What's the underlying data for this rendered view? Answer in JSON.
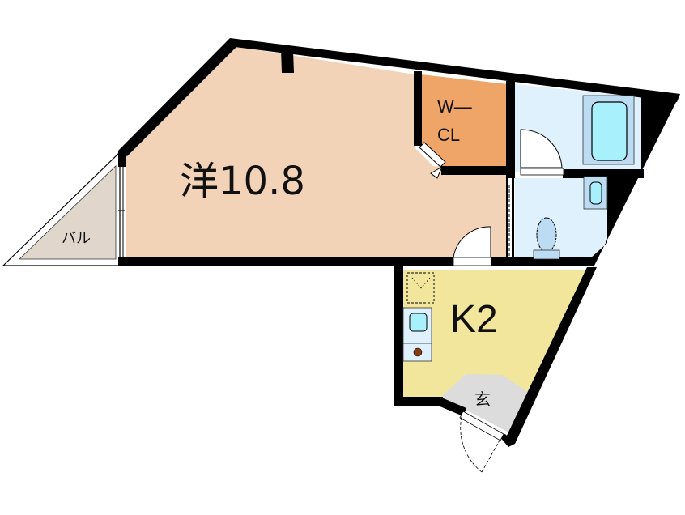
{
  "floor_plan": {
    "rooms": [
      {
        "id": "western-room",
        "label": "洋10.8",
        "type": "Western-style room",
        "area_jo": 10.8,
        "color": "#f2d3b8"
      },
      {
        "id": "walk-in-closet",
        "label_line1": "W—",
        "label_line2": "CL",
        "type": "Walk-in closet",
        "color": "#f0a568"
      },
      {
        "id": "kitchen",
        "label": "K2",
        "type": "Kitchen",
        "area_jo": 2,
        "color": "#f2e59c"
      },
      {
        "id": "entrance",
        "label": "玄",
        "type": "Entrance (genkan)",
        "color": "#dcdcdc"
      },
      {
        "id": "balcony",
        "label": "バル",
        "type": "Balcony",
        "color": "#e0d6cc"
      },
      {
        "id": "bathroom",
        "type": "Bathroom",
        "color": "#dff1fd"
      },
      {
        "id": "toilet",
        "type": "Toilet",
        "color": "#dff1fd"
      }
    ],
    "fixtures": [
      "bathtub",
      "washbasin",
      "toilet",
      "sink",
      "stove",
      "washing-machine-space"
    ],
    "colors": {
      "wall": "#000000",
      "fixture_blue": "#a8f0fc",
      "fixture_frame": "#bcdcf4",
      "stove_burner": "#8b3a0e"
    }
  }
}
